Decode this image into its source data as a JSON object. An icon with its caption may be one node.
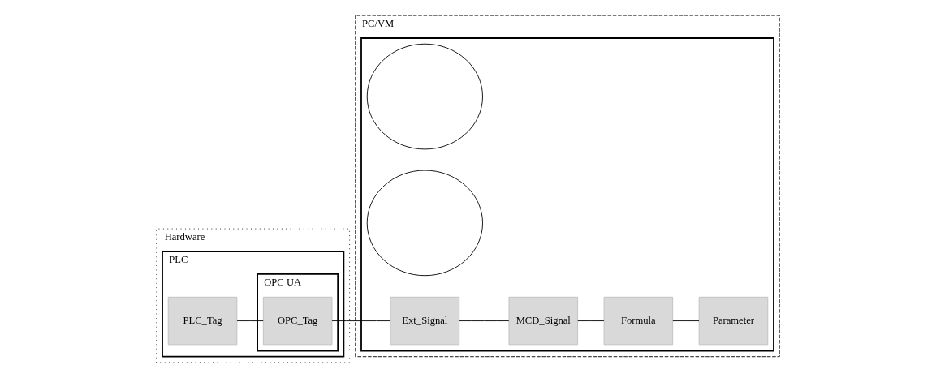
{
  "diagram": {
    "nodes": [
      {
        "text": [
          "Hardware"
        ]
      },
      {
        "text": [
          "PLC"
        ],
        "in": 0
      },
      {
        "text": [
          "OPC UA"
        ],
        "in": 1
      },
      {
        "text": [
          "PLC_Tag"
        ],
        "in": 1
      },
      {
        "text": [
          "OPC_Tag"
        ],
        "in": 2
      },
      {
        "text": [
          "PC/VM"
        ]
      },
      {
        "text": [],
        "shape": "box",
        "in": 5
      },
      {
        "text": [],
        "shape": "circle",
        "in": 6
      },
      {
        "text": [],
        "shape": "circle",
        "in": 6
      },
      {
        "text": [
          "Ext_Signal"
        ],
        "in": 6
      },
      {
        "text": [
          "MCD_Signal"
        ],
        "in": 6
      },
      {
        "text": [
          "Parameter"
        ],
        "in": 6
      },
      {
        "text": [
          "Formula"
        ],
        "in": 6
      }
    ],
    "edges": [
      {
        "from": 3,
        "to": 4,
        "arrow": "none"
      },
      {
        "from": 4,
        "to": 9,
        "arrow": "none"
      },
      {
        "from": 9,
        "to": 10,
        "arrow": "none"
      },
      {
        "from": 10,
        "to": 12,
        "arrow": "none"
      },
      {
        "from": 12,
        "to": 11,
        "arrow": "none"
      }
    ]
  }
}
